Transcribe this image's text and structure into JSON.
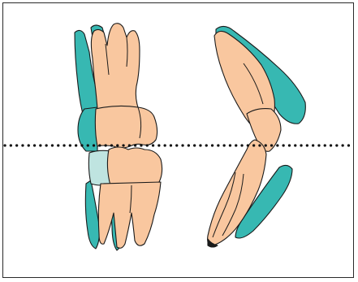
{
  "diagram": {
    "colors": {
      "crown": "#f9c79f",
      "root_side": "#37b8b2",
      "enamel_spot": "#bfe4e0",
      "outline": "#1a1a1a",
      "reference_line": "#111111",
      "frame": "#2a2a2a",
      "background": "#ffffff"
    },
    "parts": [
      "left-tooth-group",
      "right-tooth-group",
      "dotted-reference-line"
    ]
  }
}
